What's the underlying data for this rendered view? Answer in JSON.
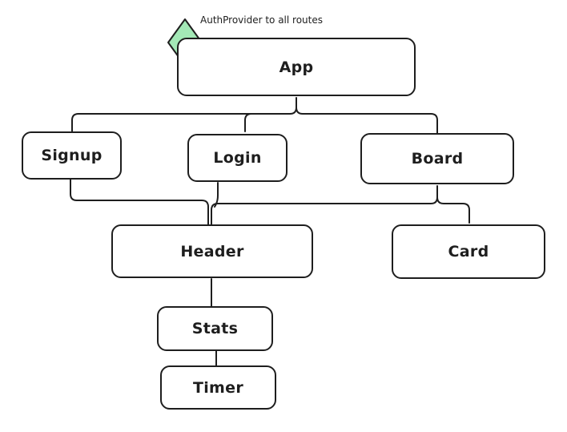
{
  "annotation": {
    "text": "AuthProvider to all routes",
    "marker_color": "#a3e8b6"
  },
  "nodes": {
    "app": "App",
    "signup": "Signup",
    "login": "Login",
    "board": "Board",
    "header": "Header",
    "card": "Card",
    "stats": "Stats",
    "timer": "Timer"
  },
  "colors": {
    "stroke": "#1e1e1e",
    "marker_fill": "#a3e8b6"
  }
}
